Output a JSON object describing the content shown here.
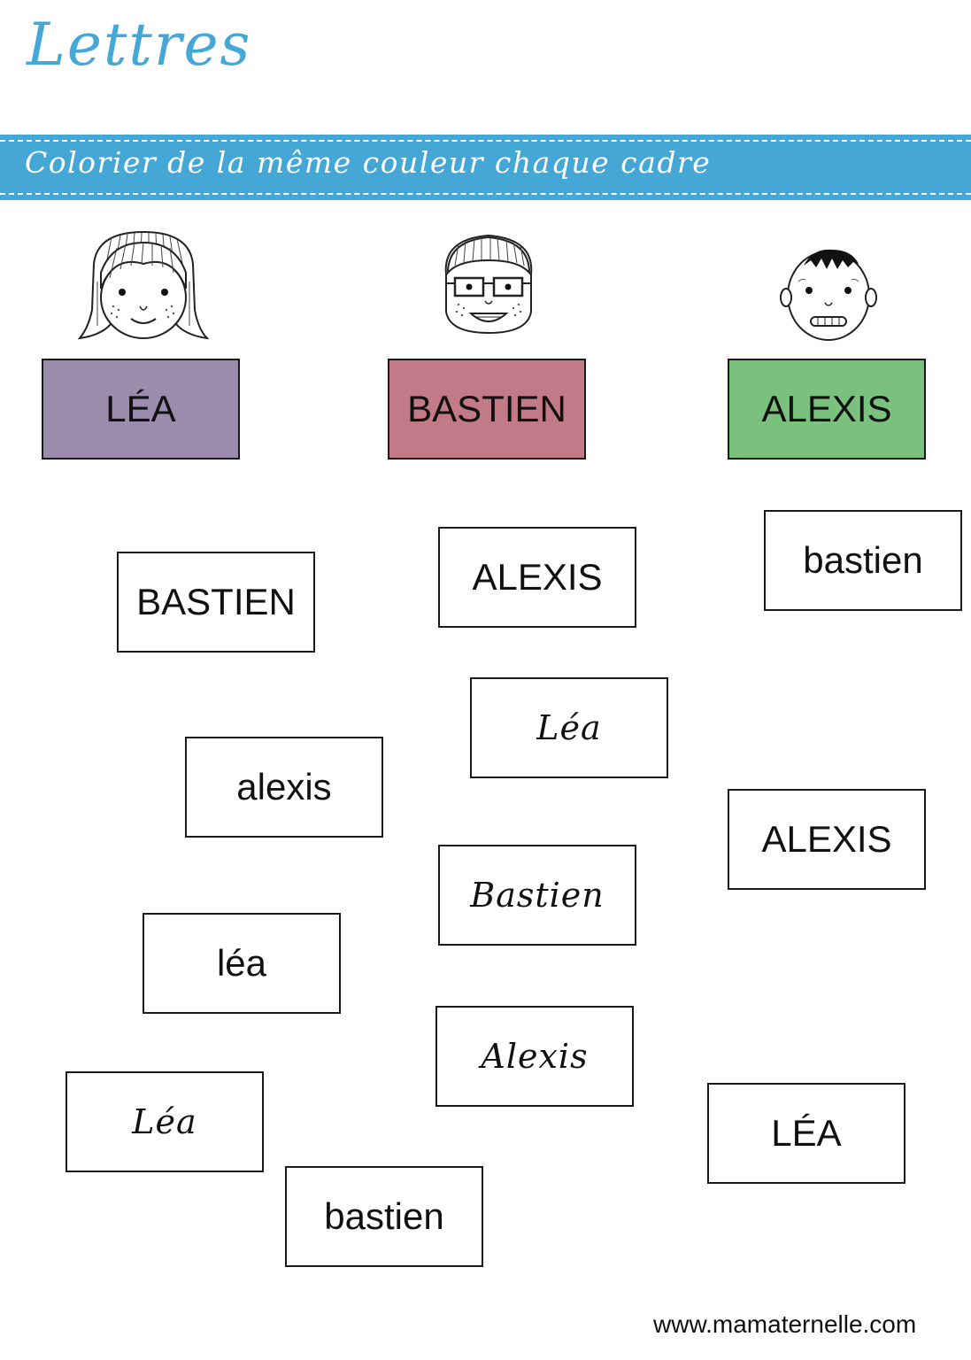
{
  "header": {
    "title": "Lettres",
    "instruction": "Colorier de la même couleur chaque cadre"
  },
  "children": [
    {
      "name": "LÉA",
      "face_icon": "girl-face-icon",
      "color": "#9b8bad"
    },
    {
      "name": "BASTIEN",
      "face_icon": "boy-glasses-face-icon",
      "color": "#c27b86"
    },
    {
      "name": "ALEXIS",
      "face_icon": "boy-face-icon",
      "color": "#7bc17e"
    }
  ],
  "cards": [
    {
      "text": "BASTIEN",
      "style": "print"
    },
    {
      "text": "ALEXIS",
      "style": "print"
    },
    {
      "text": "bastien",
      "style": "print"
    },
    {
      "text": "Léa",
      "style": "cursive"
    },
    {
      "text": "alexis",
      "style": "print"
    },
    {
      "text": "ALEXIS",
      "style": "print"
    },
    {
      "text": "Bastien",
      "style": "cursive"
    },
    {
      "text": "léa",
      "style": "print"
    },
    {
      "text": "Alexis",
      "style": "cursive"
    },
    {
      "text": "Léa",
      "style": "cursive"
    },
    {
      "text": "LÉA",
      "style": "print"
    },
    {
      "text": "bastien",
      "style": "print"
    }
  ],
  "footer": {
    "url": "www.mamaternelle.com"
  }
}
